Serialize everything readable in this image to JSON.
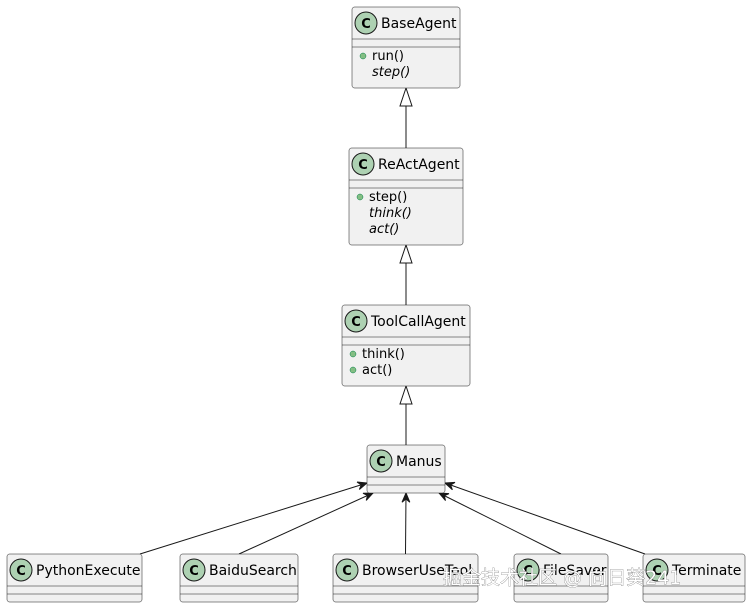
{
  "classes": [
    {
      "id": "baseagent",
      "name": "BaseAgent",
      "badge": "C",
      "members": [
        {
          "text": "run()",
          "public": true,
          "abstract": false
        },
        {
          "text": "step()",
          "public": false,
          "abstract": true
        }
      ]
    },
    {
      "id": "reactagent",
      "name": "ReActAgent",
      "badge": "C",
      "members": [
        {
          "text": "step()",
          "public": true,
          "abstract": false
        },
        {
          "text": "think()",
          "public": false,
          "abstract": true
        },
        {
          "text": "act()",
          "public": false,
          "abstract": true
        }
      ]
    },
    {
      "id": "toolcallagent",
      "name": "ToolCallAgent",
      "badge": "C",
      "members": [
        {
          "text": "think()",
          "public": true,
          "abstract": false
        },
        {
          "text": "act()",
          "public": true,
          "abstract": false
        }
      ]
    },
    {
      "id": "manus",
      "name": "Manus",
      "badge": "C",
      "members": []
    },
    {
      "id": "pythonexecute",
      "name": "PythonExecute",
      "badge": "C",
      "members": []
    },
    {
      "id": "baidusearch",
      "name": "BaiduSearch",
      "badge": "C",
      "members": []
    },
    {
      "id": "browserusetool",
      "name": "BrowserUseTool",
      "badge": "C",
      "members": []
    },
    {
      "id": "filesaver",
      "name": "FileSaver",
      "badge": "C",
      "members": []
    },
    {
      "id": "terminate",
      "name": "Terminate",
      "badge": "C",
      "members": []
    }
  ],
  "relations": [
    {
      "from": "reactagent",
      "to": "baseagent",
      "type": "inheritance"
    },
    {
      "from": "toolcallagent",
      "to": "reactagent",
      "type": "inheritance"
    },
    {
      "from": "manus",
      "to": "toolcallagent",
      "type": "inheritance"
    },
    {
      "from": "pythonexecute",
      "to": "manus",
      "type": "association"
    },
    {
      "from": "baidusearch",
      "to": "manus",
      "type": "association"
    },
    {
      "from": "browserusetool",
      "to": "manus",
      "type": "association"
    },
    {
      "from": "filesaver",
      "to": "manus",
      "type": "association"
    },
    {
      "from": "terminate",
      "to": "manus",
      "type": "association"
    }
  ],
  "colors": {
    "box_fill": "#f1f1f1",
    "box_stroke": "#181818",
    "badge_fill": "#add1b2",
    "public_dot": "#84be84",
    "line": "#181818"
  },
  "watermark": "掘金技术社区 @ 向日葵241"
}
